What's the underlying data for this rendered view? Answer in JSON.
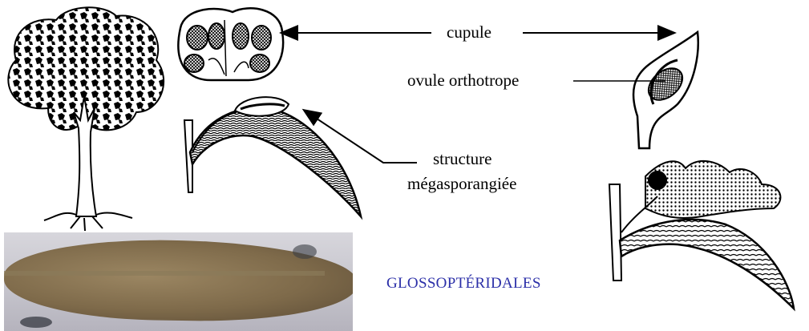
{
  "labels": {
    "cupule": "cupule",
    "ovule": "ovule orthotrope",
    "structure_line1": "structure",
    "structure_line2": "mégasporangiée",
    "group_title": "GLOSSOPTÉRIDALES"
  },
  "icons": [
    "tree-illustration",
    "cupule-cross-section",
    "leaf-with-cupule",
    "cupule-detail",
    "fertile-branch",
    "fossil-leaf-photo"
  ]
}
